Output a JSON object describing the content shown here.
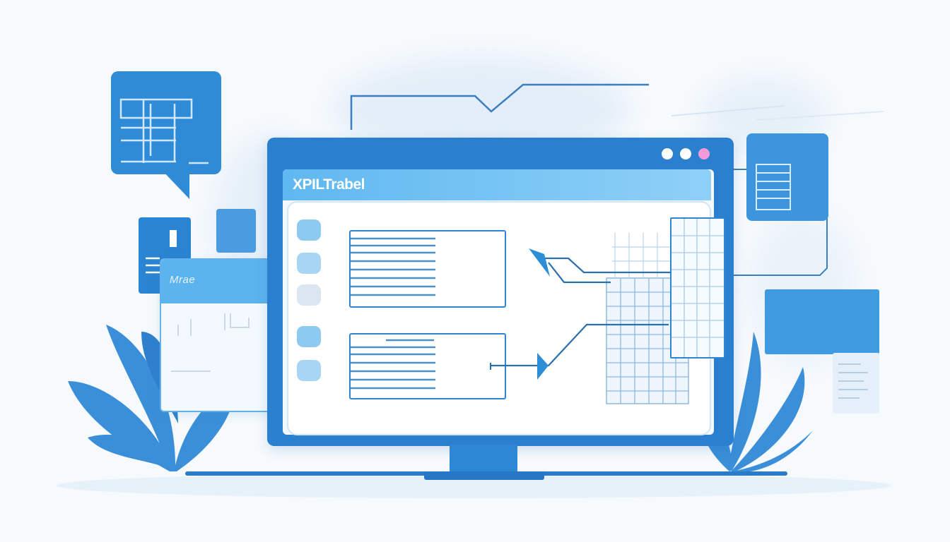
{
  "app": {
    "title": "XPILTrabel"
  },
  "mini_window": {
    "label": "Mrae"
  },
  "window_dots": [
    {
      "name": "dot-1",
      "color": "#ffffff"
    },
    {
      "name": "dot-2",
      "color": "#ffffff"
    },
    {
      "name": "dot-3",
      "color": "#f39ad8"
    }
  ],
  "icons": {
    "speech_bubble": "speech-bubble-icon",
    "arrow_top": "arrow-pointer-icon",
    "arrow_bottom": "arrow-pointer-icon",
    "plant": "leaf-plant-icon"
  },
  "colors": {
    "primary": "#2a7fcf",
    "accent_light": "#5fb8f0",
    "background": "#f7fafd",
    "leaf": "#3a8fd8"
  }
}
